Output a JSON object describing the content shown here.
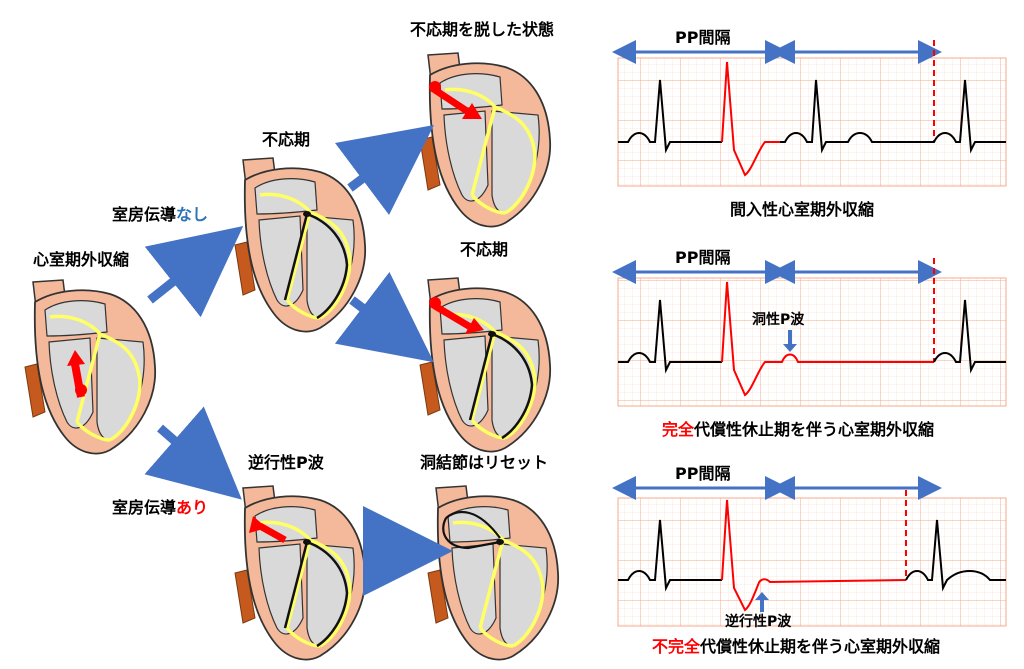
{
  "labels": {
    "origin": "心室期外収縮",
    "refractory_top": "不応期を脱した状態",
    "refractory_mid": "不応期",
    "refractory_center": "不応期",
    "va_none_prefix": "室房伝導",
    "va_none_suffix": "なし",
    "va_present_prefix": "室房伝導",
    "va_present_suffix": "あり",
    "retrograde_p": "逆行性P波",
    "sa_reset": "洞結節はリセット"
  },
  "ecg": {
    "panels": [
      {
        "interval_label": "PP間隔",
        "caption_plain": "間入性心室期外収縮"
      },
      {
        "interval_label": "PP間隔",
        "annotation": "洞性P波",
        "caption_red": "完全",
        "caption_rest": "代償性休止期を伴う心室期外収縮"
      },
      {
        "interval_label": "PP間隔",
        "annotation": "逆行性P波",
        "caption_red": "不完全",
        "caption_rest": "代償性休止期を伴う心室期外収縮"
      }
    ]
  },
  "colors": {
    "arrow_blue": "#4472c4",
    "red": "#ff0000",
    "grid": "#f8c8b0",
    "heart_outer": "#f4b99a",
    "chamber": "#d9d9d9",
    "conduction": "#ffff66"
  }
}
